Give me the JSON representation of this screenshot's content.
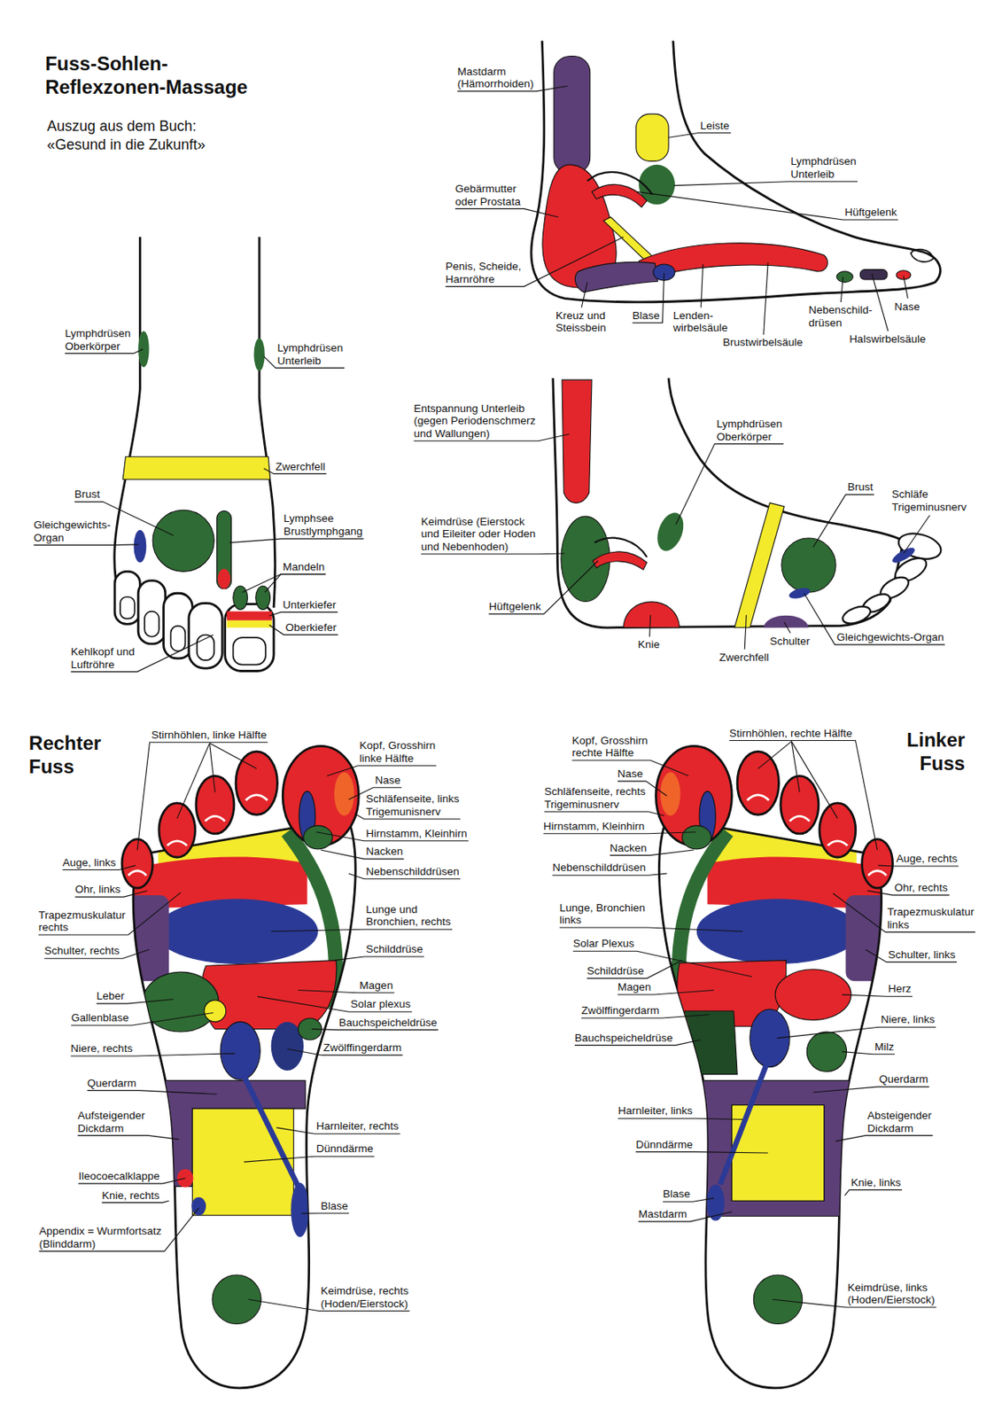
{
  "diagram": {
    "title": "Fuss-Sohlen- Reflexzonen-Massage",
    "labels": [
      "Auszug aus dem Buch: «Gesund in die Zukunft»",
      "Lymphdrüsen Oberkörper",
      "Lymphdrüsen Unterleib",
      "Zwerchfell",
      "Brust",
      "Gleichgewichts- Organ",
      "Lymphsee Brustlymphgang",
      "Mandeln",
      "Unterkiefer",
      "Oberkiefer",
      "Kehlkopf und Luftröhre",
      "Mastdarm (Hämorrhoiden)",
      "Leiste",
      "Lymphdrüsen Unterleib",
      "Gebärmutter oder Prostata",
      "Hüftgelenk",
      "Penis, Scheide, Harnröhre",
      "Kreuz und Steissbein",
      "Blase",
      "Lenden- wirbelsäule",
      "Brustwirbelsäule",
      "Nebenschild- drüsen",
      "Nase",
      "Halswirbelsäule",
      "Entspannung Unterleib (gegen Periodenschmerz und Wallungen)",
      "Lymphdrüsen Oberkörper",
      "Brust",
      "Schläfe Trigeminusnerv",
      "Keimdrüse (Eierstock und Eileiter oder Hoden und Nebenhoden)",
      "Hüftgelenk",
      "Knie",
      "Schulter",
      "Gleichgewichts-Organ",
      "Zwerchfell",
      "Rechter Fuss",
      "Stirnhöhlen, linke Hälfte",
      "Kopf, Grosshirn linke Hälfte",
      "Nase",
      "Schläfenseite, links Trigemunisnerv",
      "Hirnstamm, Kleinhirn",
      "Nacken",
      "Nebenschilddrüsen",
      "Auge, links",
      "Ohr, links",
      "Trapezmuskulatur rechts",
      "Lunge und Bronchien, rechts",
      "Schulter, rechts",
      "Schilddrüse",
      "Leber",
      "Magen",
      "Solar plexus",
      "Gallenblase",
      "Bauchspeicheldrüse",
      "Niere, rechts",
      "Zwölffingerdarm",
      "Querdarm",
      "Aufsteigender Dickdarm",
      "Harnleiter, rechts",
      "Dünndärme",
      "Ileocoecalklappe",
      "Knie, rechts",
      "Blase",
      "Appendix = Wurmfortsatz (Blinddarm)",
      "Keimdrüse, rechts (Hoden/Eierstock)",
      "Linker Fuss",
      "Kopf, Grosshirn rechte Hälfte",
      "Stirnhöhlen, rechte Hälfte",
      "Nase",
      "Schläfenseite, rechts Trigeminusnerv",
      "Hirnstamm, Kleinhirn",
      "Nacken",
      "Nebenschilddrüsen",
      "Auge, rechts",
      "Ohr, rechts",
      "Trapezmuskulatur links",
      "Lunge, Bronchien links",
      "Solar Plexus",
      "Schulter, links",
      "Schilddrüse",
      "Magen",
      "Herz",
      "Zwölffingerdarm",
      "Niere, links",
      "Bauchspeicheldrüse",
      "Milz",
      "Querdarm",
      "Harnleiter, links",
      "Absteigender Dickdarm",
      "Dünndärme",
      "Knie, links",
      "Blase",
      "Mastdarm",
      "Keimdrüse, links (Hoden/Eierstock)"
    ]
  }
}
